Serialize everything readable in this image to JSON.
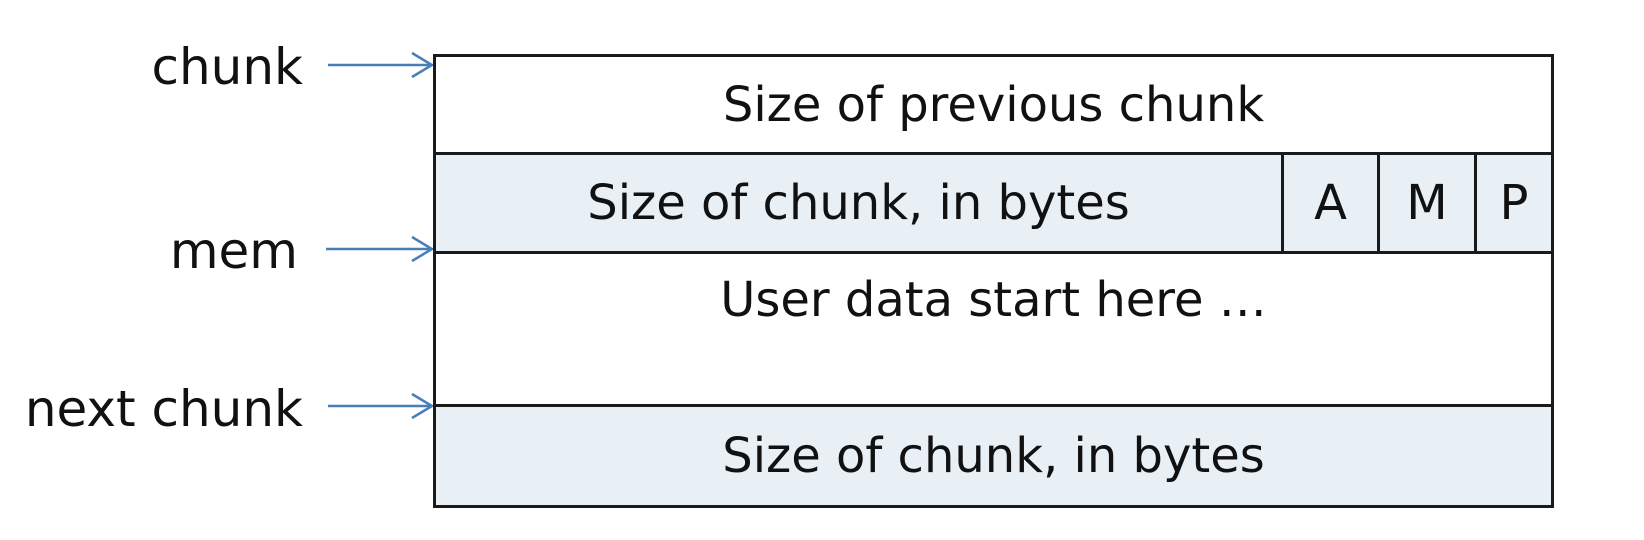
{
  "pointers": [
    {
      "label": "chunk"
    },
    {
      "label": "mem"
    },
    {
      "label": "next chunk"
    }
  ],
  "rows": {
    "prev_size": "Size of previous chunk",
    "chunk_size": "Size of chunk, in bytes",
    "flags": [
      "A",
      "M",
      "P"
    ],
    "user_data": "User data start here …",
    "next_size": "Size of chunk, in bytes"
  },
  "colors": {
    "shaded_row": "#e8eff5",
    "arrow": "#4a7ebb",
    "border": "#1a1a1a",
    "text": "#111111"
  }
}
